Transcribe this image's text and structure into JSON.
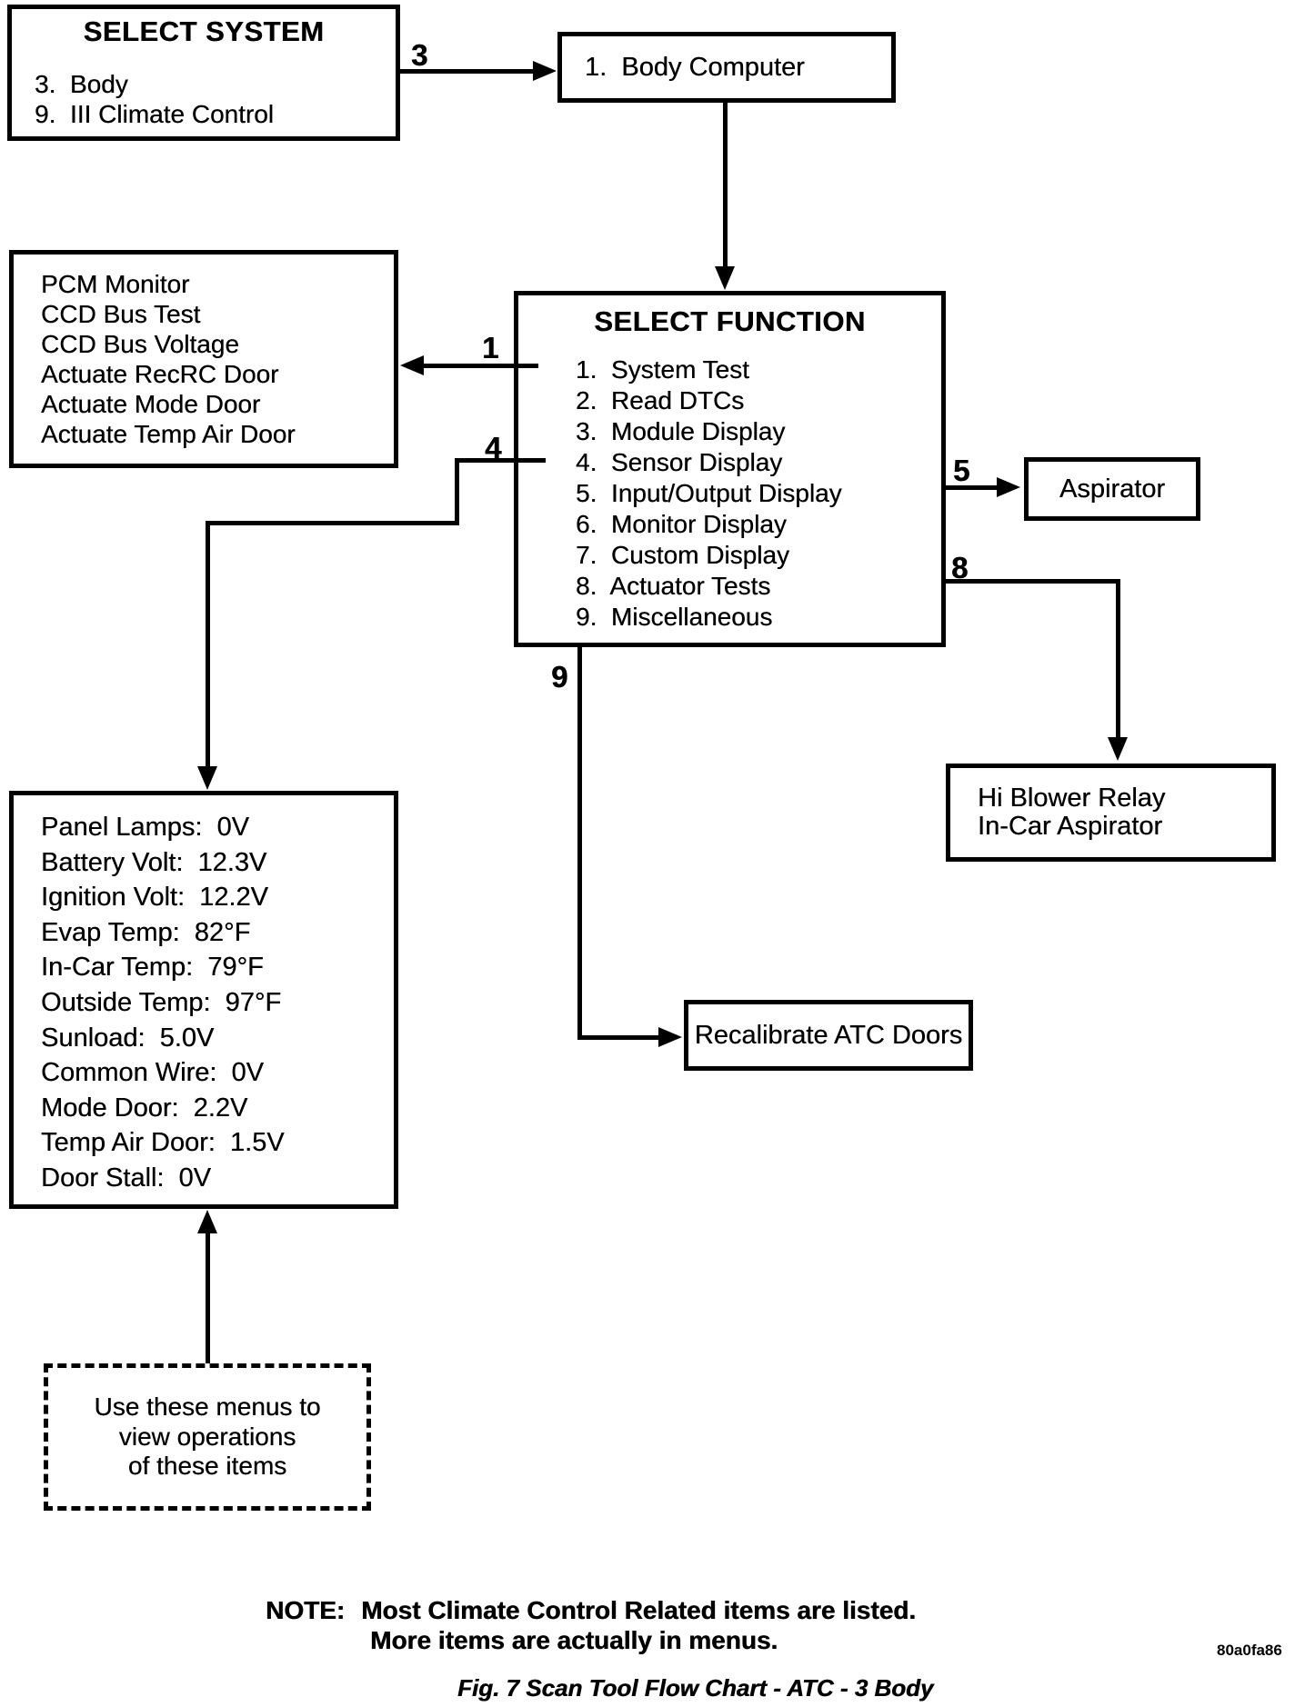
{
  "colors": {
    "ink": "#000000",
    "paper": "#ffffff"
  },
  "select_system": {
    "title": "SELECT SYSTEM",
    "items": [
      "3.  Body",
      "9.  III Climate Control"
    ]
  },
  "body_computer": {
    "label": "1.  Body Computer"
  },
  "select_function": {
    "title": "SELECT FUNCTION",
    "items": [
      "1.  System Test",
      "2.  Read DTCs",
      "3.  Module Display",
      "4.  Sensor Display",
      "5.  Input/Output Display",
      "6.  Monitor Display",
      "7.  Custom Display",
      "8.  Actuator Tests",
      "9.  Miscellaneous"
    ]
  },
  "pcm_monitor": {
    "items": [
      "PCM Monitor",
      "CCD Bus Test",
      "CCD Bus Voltage",
      "Actuate RecRC Door",
      "Actuate Mode Door",
      "Actuate Temp Air Door"
    ]
  },
  "aspirator": {
    "label": "Aspirator"
  },
  "hi_blower_relay": {
    "lines": [
      "Hi Blower Relay",
      "In-Car Aspirator"
    ]
  },
  "recalibrate": {
    "label": "Recalibrate ATC Doors"
  },
  "sensor_display": {
    "items": [
      "Panel Lamps:  0V",
      "Battery Volt:  12.3V",
      "Ignition Volt:  12.2V",
      "Evap Temp:  82°F",
      "In-Car Temp:  79°F",
      "Outside Temp:  97°F",
      "Sunload:  5.0V",
      "Common Wire:  0V",
      "Mode Door:  2.2V",
      "Temp Air Door:  1.5V",
      "Door Stall:  0V"
    ]
  },
  "usage_note": {
    "lines": [
      "Use these menus to",
      "view operations",
      "of these items"
    ]
  },
  "connectors": {
    "c3": "3",
    "c1": "1",
    "c4": "4",
    "c5": "5",
    "c8": "8",
    "c9": "9"
  },
  "footer": {
    "note_prefix": "NOTE:",
    "note_line1": "Most Climate Control Related items are listed.",
    "note_line2": "More items are actually in menus.",
    "caption": "Fig. 7 Scan Tool Flow Chart - ATC - 3 Body",
    "code": "80a0fa86"
  }
}
